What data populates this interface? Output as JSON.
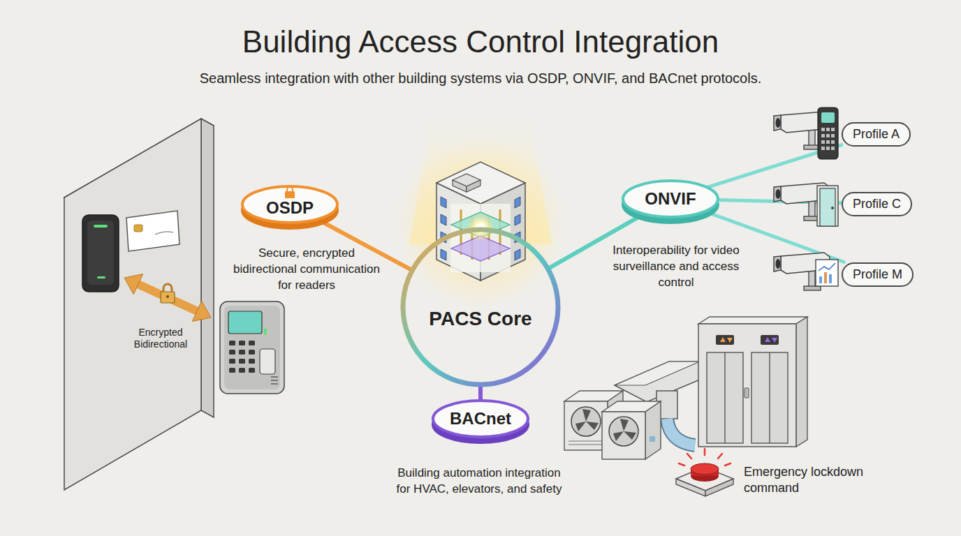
{
  "diagram": {
    "title": "Building Access Control Integration",
    "nodes": [
      {
        "text": [
          "OSDP",
          "Secure, encrypted bidirectional communication for readers"
        ]
      },
      {
        "text": [
          "PACS Core"
        ]
      },
      {
        "text": [
          "ONVIF",
          "Interoperability for video surveillance and access control"
        ]
      },
      {
        "text": [
          "Profile A"
        ]
      },
      {
        "text": [
          "Profile C"
        ]
      },
      {
        "text": [
          "Profile M"
        ]
      },
      {
        "text": [
          "BACnet",
          "Building automation integration for HVAC, elevators, and safety"
        ]
      }
    ],
    "edges": [
      {
        "from": 0,
        "to": 1,
        "arrow": "none"
      },
      {
        "from": 1,
        "to": 2,
        "arrow": "none"
      },
      {
        "from": 2,
        "to": 3,
        "arrow": "none"
      },
      {
        "from": 2,
        "to": 4,
        "arrow": "none"
      },
      {
        "from": 2,
        "to": 5,
        "arrow": "none"
      },
      {
        "from": 1,
        "to": 6,
        "arrow": "none"
      }
    ],
    "labels": [
      "Seamless integration with other building systems via OSDP, ONVIF, and BACnet protocols.",
      "Encrypted Bidirectional",
      "Emergency lockdown command"
    ]
  }
}
